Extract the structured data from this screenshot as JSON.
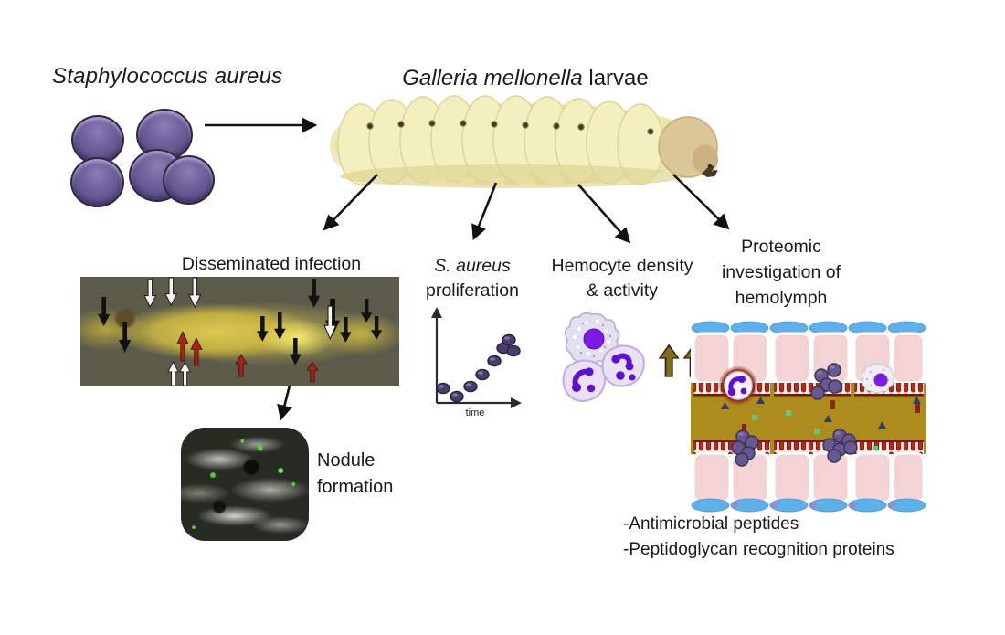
{
  "figure": {
    "pathogen": {
      "title": "Staphylococcus aureus"
    },
    "host": {
      "title_italic": "Galleria mellonella",
      "title_regular": " larvae"
    },
    "branches": {
      "disseminated": {
        "label": "Disseminated infection"
      },
      "proliferation": {
        "label_line1": "S. aureus",
        "label_line2": "proliferation",
        "axis_label": "time"
      },
      "hemocyte": {
        "label_line1": "Hemocyte density",
        "label_line2": "& activity"
      },
      "proteomic": {
        "label_line1": "Proteomic",
        "label_line2": "investigation of",
        "label_line3": "hemolymph"
      }
    },
    "nodule": {
      "label_line1": "Nodule",
      "label_line2": "formation"
    },
    "findings": {
      "item1": "-Antimicrobial peptides",
      "item2": "-Peptidoglycan recognition proteins"
    }
  },
  "chart_data": {
    "type": "scatter",
    "title": "S. aureus proliferation",
    "xlabel": "time",
    "ylabel": "",
    "x_relative": [
      1,
      2,
      3,
      4,
      5,
      6
    ],
    "y_relative": [
      1.5,
      0.8,
      1.6,
      2.8,
      4.2,
      5.6
    ],
    "axis_ticks": "none",
    "grid": false,
    "legend": false,
    "annotations": "Schematic sketch: bacterial count dips slightly after inoculation then rises over time; final point drawn as a cluster of three cocci"
  },
  "colors": {
    "coccus_purple": "#6b5b95",
    "coccus_outline": "#2e2745",
    "arrow_black": "#111111",
    "infection_site_arrow_red": "#a62418",
    "infection_site_arrow_white": "#f6f6f4",
    "increase_arrow_olive": "#826d1d",
    "lumen_gold": "#ad8c1e",
    "epithelial_pink": "#f3d3d3",
    "basal_lamina_blue": "#5fb0e8",
    "brush_border_red": "#b5281c",
    "nucleus_purple": "#6a14dc",
    "micrograph_olive_bg": "#5c5b4a",
    "larva_body": "#f1ecb4"
  }
}
